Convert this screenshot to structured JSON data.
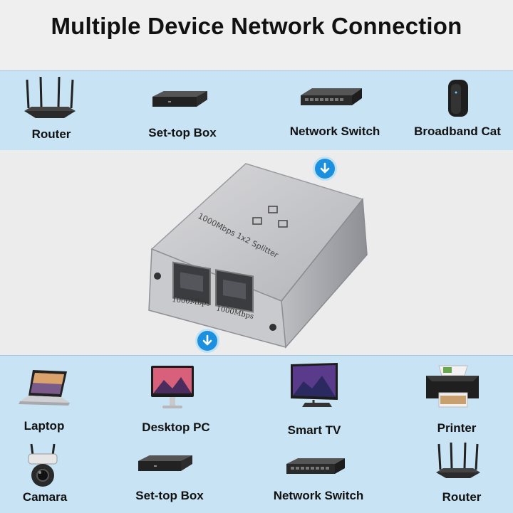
{
  "title": "Multiple Device Network Connection",
  "top_devices": [
    {
      "label": "Router",
      "icon": "router-icon"
    },
    {
      "label": "Set-top Box",
      "icon": "set-top-box-icon"
    },
    {
      "label": "Network Switch",
      "icon": "network-switch-icon"
    },
    {
      "label": "Broadband Cat",
      "icon": "broadband-cat-icon"
    }
  ],
  "splitter": {
    "top_text": "1000Mbps 1x2 Splitter",
    "port_left": "1000Mbps",
    "port_right": "1000Mbps"
  },
  "bottom_devices": [
    {
      "label": "Laptop",
      "icon": "laptop-icon"
    },
    {
      "label": "Desktop PC",
      "icon": "desktop-pc-icon"
    },
    {
      "label": "Smart TV",
      "icon": "smart-tv-icon"
    },
    {
      "label": "Printer",
      "icon": "printer-icon"
    },
    {
      "label": "Camara",
      "icon": "camera-icon"
    },
    {
      "label": "Set-top Box",
      "icon": "set-top-box-icon"
    },
    {
      "label": "Network Switch",
      "icon": "network-switch-icon"
    },
    {
      "label": "Router",
      "icon": "router-icon"
    }
  ],
  "colors": {
    "band": "#c8e3f3",
    "arrow": "#1d8fdf",
    "accent": "#111111"
  }
}
